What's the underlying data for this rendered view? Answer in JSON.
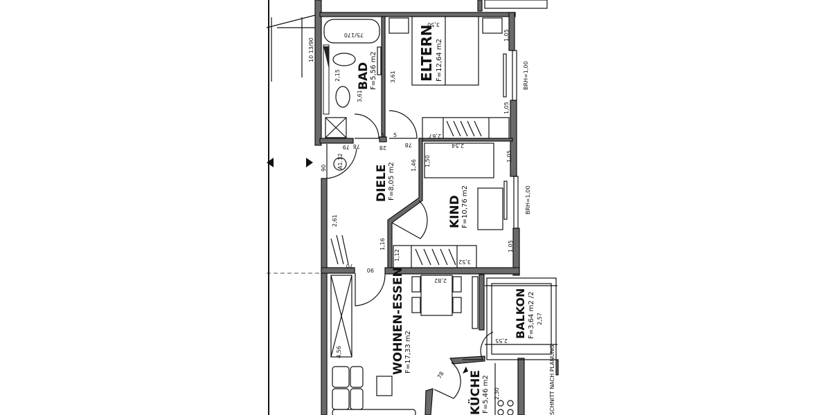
{
  "plan": {
    "rooms": [
      {
        "name": "BAD",
        "area": "F=5,56 m2"
      },
      {
        "name": "ELTERN",
        "area": "F=12,64 m2"
      },
      {
        "name": "DIELE",
        "area": "F=8,05 m2"
      },
      {
        "name": "KIND",
        "area": "F=10,76 m2"
      },
      {
        "name": "WOHNEN-ESSEN",
        "area": "F=17,33 m2"
      },
      {
        "name": "BALKON",
        "area": "F=3,64 m2 /2"
      },
      {
        "name": "KÜCHE",
        "area": "F=5,46 m2"
      }
    ],
    "dimensions": {
      "bad_height": "3,61",
      "bad_width": "2,15",
      "eltern_wall": "3,61",
      "door_78a": "78",
      "door_78b": "78",
      "wall_28": "28",
      "wall_5a": "5",
      "wall_5b": "5",
      "eltern_win1": "1,05",
      "eltern_win2": "1,05",
      "eltern_wardrobe": "2,67",
      "eltern_bed": "3,50",
      "window_eltern": "BRH=1,00",
      "kind_bed": "2,54",
      "kind_150": "1,50",
      "kind_146": "1,46",
      "kind_win1": "1,05",
      "kind_win2": "1,05",
      "window_kind": "BRH=1,00",
      "kind_wardrobe": "3,52",
      "kind_112": "1,12",
      "diele_116": "1,16",
      "diele_261": "2,61",
      "diele_90": "90",
      "diele_79": "79",
      "diele_70": "70",
      "diele_door": "90",
      "wohnen_282": "2,82",
      "wohnen_456": "4,56",
      "balkon_257": "2,57",
      "balkon_255": "2,55",
      "kueche_230": "2,30",
      "kueche_78": "78",
      "left_dim": "10 13/90",
      "tub": "75/170",
      "entry_tag": "A1.12",
      "note": "SCHNITT NACH PLANUNG"
    }
  }
}
